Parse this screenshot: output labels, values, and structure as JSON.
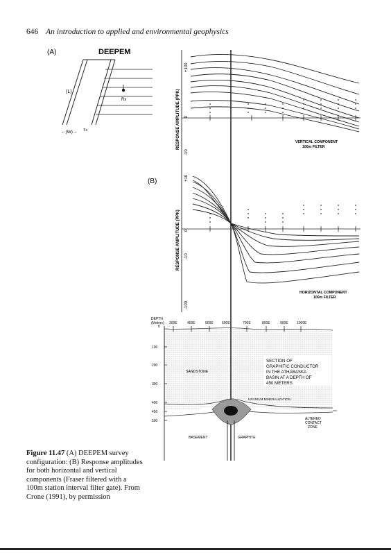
{
  "header": {
    "page_number": "646",
    "running_title": "An introduction to applied and environmental geophysics"
  },
  "panel_a": {
    "label": "(A)",
    "title": "DEEPEM",
    "l_label": "(L)",
    "rx_label": "Rx",
    "w_label": "←(W)→",
    "tx_label": "Tx"
  },
  "panel_b": {
    "label": "(B)",
    "vertical_ylabel": "RESPONSE AMPLITUDE (PPK)",
    "horizontal_ylabel": "RESPONSE AMPLITUDE (PPK)",
    "vertical_legend_1": "VERTICAL COMPONENT",
    "vertical_legend_2": "100m FILTER",
    "horizontal_legend_1": "HORIZONTAL COMPONENT",
    "horizontal_legend_2": "100m FILTER",
    "tick_plus100": "+100",
    "tick_minus10": "-10",
    "tick_plus10": "+10",
    "tick_zero": "0",
    "tick_minus100": "-100"
  },
  "section": {
    "depth_label_1": "DEPTH",
    "depth_label_2": "(Meters)",
    "stations": [
      "300E",
      "400E",
      "500E",
      "600E",
      "700E",
      "800E",
      "900E",
      "1000E"
    ],
    "depths": [
      "0",
      "100",
      "200",
      "300",
      "400",
      "450",
      "500"
    ],
    "sandstone": "SANDSTONE",
    "box_line1": "SECTION OF",
    "box_line2": "GRAPHITIC CONDUCTOR",
    "box_line3": "IN THE ATHABASKA",
    "box_line4": "BASIN AT A DEPTH OF",
    "box_line5": "450 METERS",
    "uranium": "URANIUM MINERALIZATION",
    "altered1": "ALTERED",
    "altered2": "CONTACT",
    "altered3": "ZONE",
    "basement": "BASEMENT",
    "graphite": "GRAPHITE"
  },
  "caption": {
    "fig_label": "Figure 11.47",
    "text": "(A) DEEPEM survey configuration: (B) Response amplitudes for both horizontal and vertical components (Fraser filtered with a 100m station interval filter gate). From Crone (1991), by permission"
  }
}
